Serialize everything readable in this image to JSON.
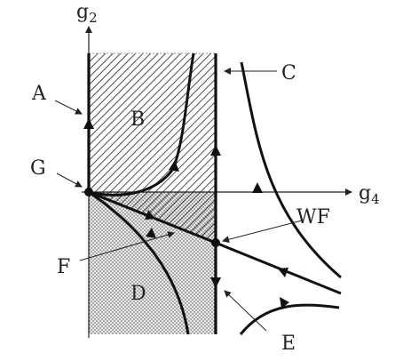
{
  "axes": {
    "vertical": {
      "base": "g",
      "sub": "2"
    },
    "horizontal": {
      "base": "g",
      "sub": "4"
    }
  },
  "labels": {
    "A": "A",
    "B": "B",
    "C": "C",
    "D": "D",
    "E": "E",
    "F": "F",
    "G": "G",
    "WF": "WF"
  },
  "regions": {
    "B": {
      "fill": "diagonal-hatch"
    },
    "D": {
      "fill": "dotted-stipple"
    }
  },
  "colors": {
    "ink": "#111111",
    "background": "#ffffff"
  }
}
